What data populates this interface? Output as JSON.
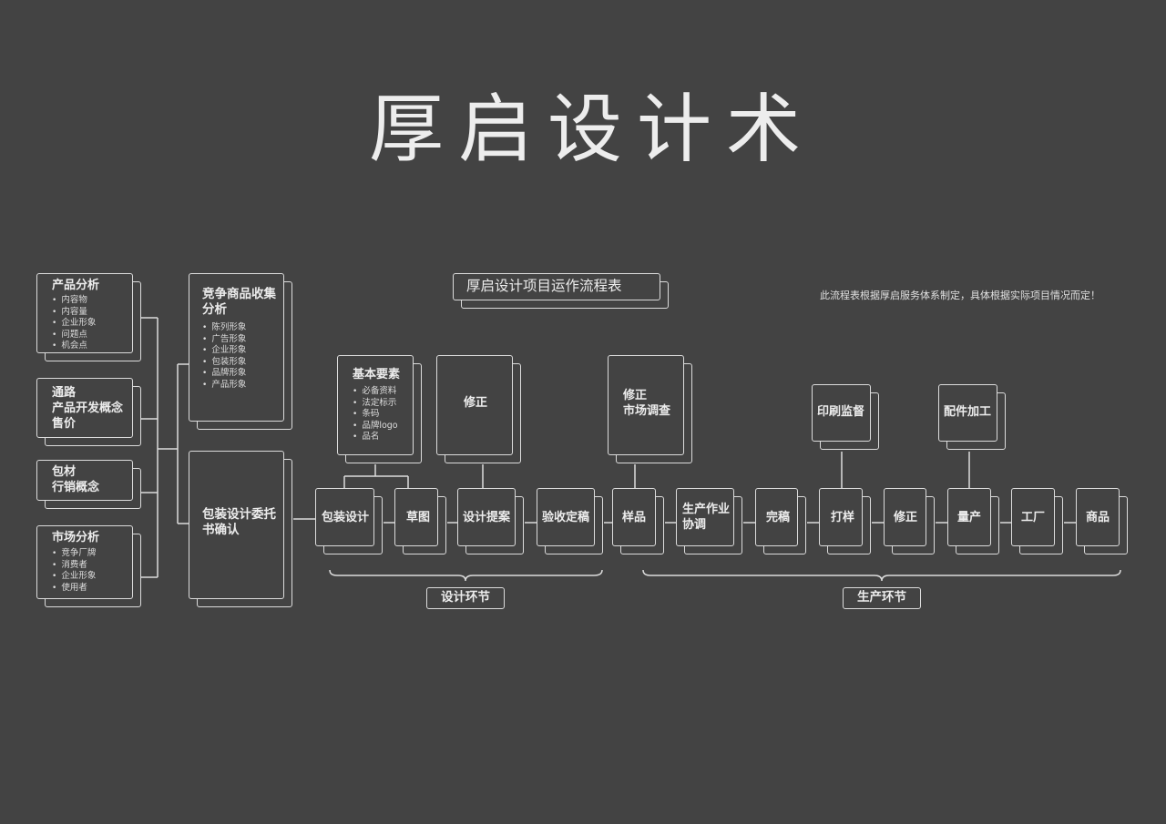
{
  "title": "厚启设计术",
  "subtitle": "厚启设计项目运作流程表",
  "note": "此流程表根据厚启服务体系制定，具体根据实际项目情况而定！",
  "left_col": [
    {
      "title": "产品分析",
      "items": [
        "内容物",
        "内容量",
        "企业形象",
        "问题点",
        "机会点"
      ]
    },
    {
      "title": "通路\n产品开发概念\n售价",
      "items": []
    },
    {
      "title": "包材\n行销概念",
      "items": []
    },
    {
      "title": "市场分析",
      "items": [
        "竞争厂牌",
        "消费者",
        "企业形象",
        "使用者"
      ]
    }
  ],
  "competition": {
    "title": "竞争商品收集\n分析",
    "items": [
      "陈列形象",
      "广告形象",
      "企业形象",
      "包装形象",
      "品牌形象",
      "产品形象"
    ]
  },
  "commission": {
    "title": "包装设计委托\n书确认"
  },
  "basics": {
    "title": "基本要素",
    "items": [
      "必备资料",
      "法定标示",
      "条码",
      "品牌logo",
      "品名"
    ]
  },
  "revise_design": "修正",
  "revise_market": "修正\n市场调查",
  "print_supervision": "印刷监督",
  "parts_processing": "配件加工",
  "design_steps": [
    "包装设计",
    "草图",
    "设计提案",
    "验收定稿"
  ],
  "production_steps": [
    "样品",
    "生产作业\n协调",
    "完稿",
    "打样",
    "修正",
    "量产",
    "工厂",
    "商品"
  ],
  "design_phase": "设计环节",
  "production_phase": "生产环节"
}
